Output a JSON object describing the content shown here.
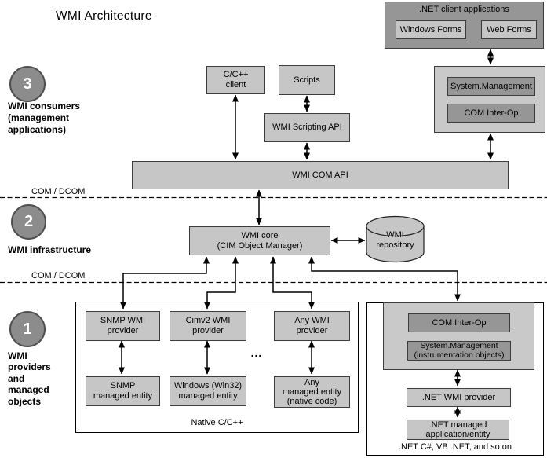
{
  "title": "WMI Architecture",
  "colors": {
    "box_light": "#c6c6c6",
    "box_dark": "#969696",
    "panel": "#c9c9c9",
    "circle_fill": "#8c8c8c",
    "line": "#000000",
    "background": "#ffffff"
  },
  "layers": {
    "consumers": {
      "number": "3",
      "label": "WMI consumers\n(management\napplications)"
    },
    "infrastructure": {
      "number": "2",
      "label": "WMI infrastructure"
    },
    "providers": {
      "number": "1",
      "label": "WMI\nproviders\nand\nmanaged\nobjects"
    }
  },
  "boundaries": {
    "upper": "COM / DCOM",
    "lower": "COM / DCOM"
  },
  "nodes": {
    "net_client_apps": ".NET client applications",
    "windows_forms": "Windows Forms",
    "web_forms": "Web Forms",
    "cpp_client": "C/C++\nclient",
    "scripts": "Scripts",
    "wmi_scripting_api": "WMI Scripting API",
    "system_management": "System.Management",
    "com_inter_op": "COM Inter-Op",
    "wmi_com_api": "WMI COM API",
    "wmi_core": "WMI core\n(CIM Object Manager)",
    "wmi_repository": "WMI\nrepository",
    "snmp_provider": "SNMP WMI\nprovider",
    "cimv2_provider": "Cimv2 WMI\nprovider",
    "any_provider": "Any WMI\nprovider",
    "snmp_entity": "SNMP\nmanaged entity",
    "win32_entity": "Windows (Win32)\nmanaged entity",
    "any_entity": "Any\nmanaged entity\n(native code)",
    "ellipsis": "...",
    "native_caption": "Native C/C++",
    "com_inter_op_2": "COM Inter-Op",
    "system_management_2": "System.Management\n(instrumentation objects)",
    "net_wmi_provider": ".NET WMI provider",
    "net_managed_entity": ".NET managed\napplication/entity",
    "dotnet_caption": ".NET C#, VB .NET, and so on"
  }
}
